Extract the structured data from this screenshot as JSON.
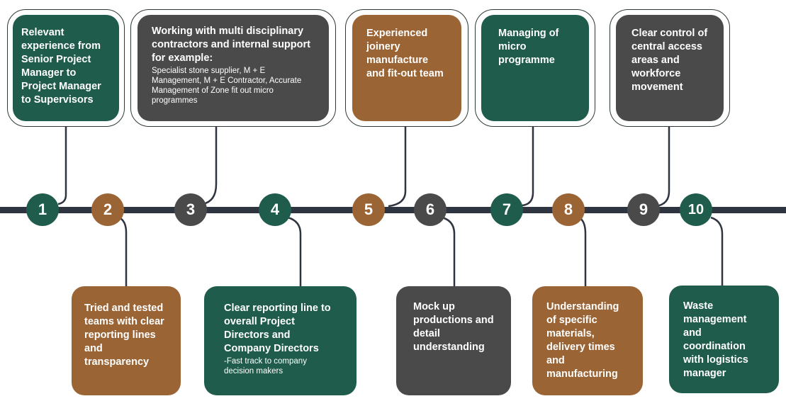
{
  "colors": {
    "green": "#1f5c4b",
    "brown": "#9b6434",
    "grey": "#4a4a4a",
    "timeline": "#2f3540"
  },
  "steps": [
    {
      "number": "1",
      "color": "green",
      "title": "Relevant experience from Senior Project Manager to Project Manager to Supervisors",
      "detail": ""
    },
    {
      "number": "2",
      "color": "brown",
      "title": "Tried and tested teams with clear reporting lines and transparency",
      "detail": ""
    },
    {
      "number": "3",
      "color": "grey",
      "title": "Working with multi disciplinary contractors and internal support for example:",
      "detail": "Specialist stone supplier, M + E Management, M + E Contractor, Accurate Management of Zone fit out micro programmes"
    },
    {
      "number": "4",
      "color": "green",
      "title": "Clear reporting line to overall Project Directors and Company Directors",
      "detail": "-Fast track to company decision makers"
    },
    {
      "number": "5",
      "color": "brown",
      "title": "Experienced joinery manufacture and fit-out team",
      "detail": ""
    },
    {
      "number": "6",
      "color": "grey",
      "title": "Mock up productions and detail understanding",
      "detail": ""
    },
    {
      "number": "7",
      "color": "green",
      "title": "Managing of micro programme",
      "detail": ""
    },
    {
      "number": "8",
      "color": "brown",
      "title": "Understanding of specific materials, delivery times and manufacturing",
      "detail": ""
    },
    {
      "number": "9",
      "color": "grey",
      "title": "Clear control of central access areas and workforce movement",
      "detail": ""
    },
    {
      "number": "10",
      "color": "green",
      "title": "Waste management and coordination with logistics manager",
      "detail": ""
    }
  ]
}
